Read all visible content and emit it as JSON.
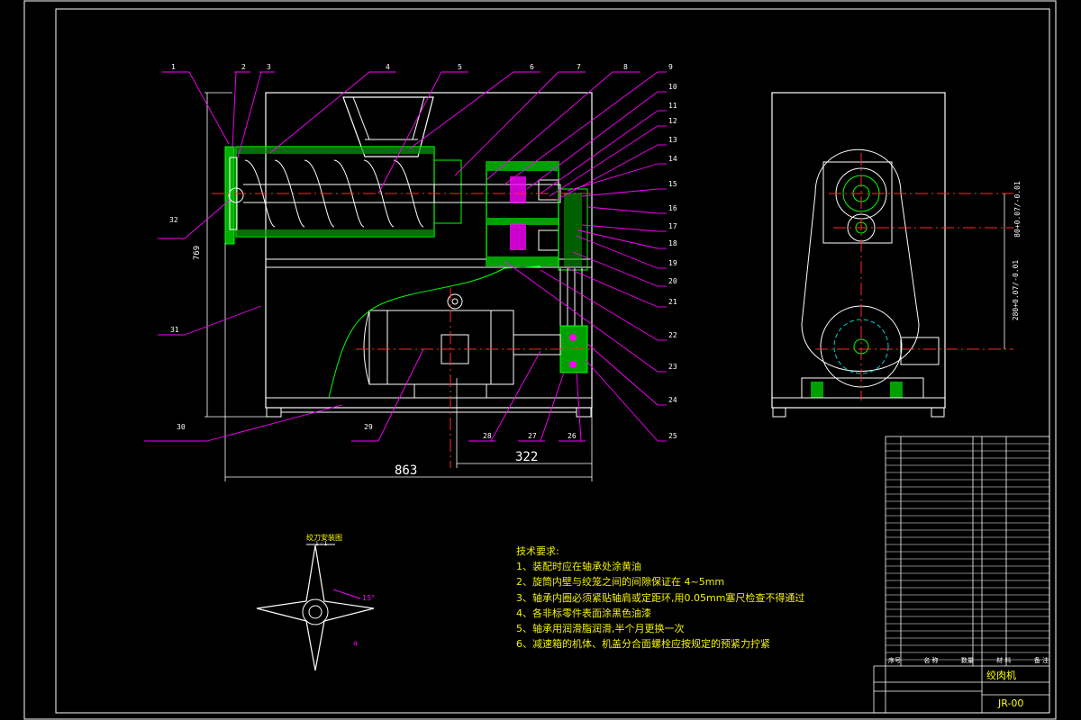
{
  "callouts_top": [
    "1",
    "2",
    "3",
    "4",
    "5",
    "6",
    "7",
    "8",
    "9",
    "10",
    "11",
    "12",
    "13",
    "14",
    "15",
    "16",
    "17",
    "18",
    "19",
    "20",
    "21",
    "22",
    "23",
    "24",
    "25"
  ],
  "callouts_bottom": [
    "26",
    "27",
    "28",
    "29",
    "30",
    "31",
    "32"
  ],
  "dimensions": {
    "overall_width": "863",
    "center_to_pulley": "322",
    "height": "769",
    "side_upper": "80+0.07/-0.01",
    "side_lower": "280+0.07/-0.01"
  },
  "blade_view": {
    "title": "绞刀安装图",
    "scale": "1 : 1",
    "angle": "15°",
    "tag": "a"
  },
  "tech_requirements": {
    "heading": "技术要求:",
    "items": [
      "1、装配时应在轴承处涂黄油",
      "2、旋筒内壁与绞笼之间的间隙保证在 4~5mm",
      "3、轴承内圈必须紧贴轴肩或定距环,用0.05mm塞尺检查不得通过",
      "4、各非标零件表面涂黑色油漆",
      "5、轴承用润滑脂润滑,半个月更换一次",
      "6、减速箱的机体、机盖分合面螺栓应按规定的预紧力拧紧"
    ]
  },
  "title_block": {
    "title": "绞肉机",
    "drawing_no": "JR-00",
    "header_cells": [
      "序号",
      "名 称",
      "数量",
      "材 料",
      "备 注"
    ]
  },
  "colors": {
    "background": "#000000",
    "frame": "#ffffff",
    "callout": "#ff00ff",
    "part": "#00ff00",
    "centerline": "#ff2a2a",
    "text": "#ffff00",
    "table_text": "#ffffff",
    "sleeve": "#00d0d0"
  }
}
